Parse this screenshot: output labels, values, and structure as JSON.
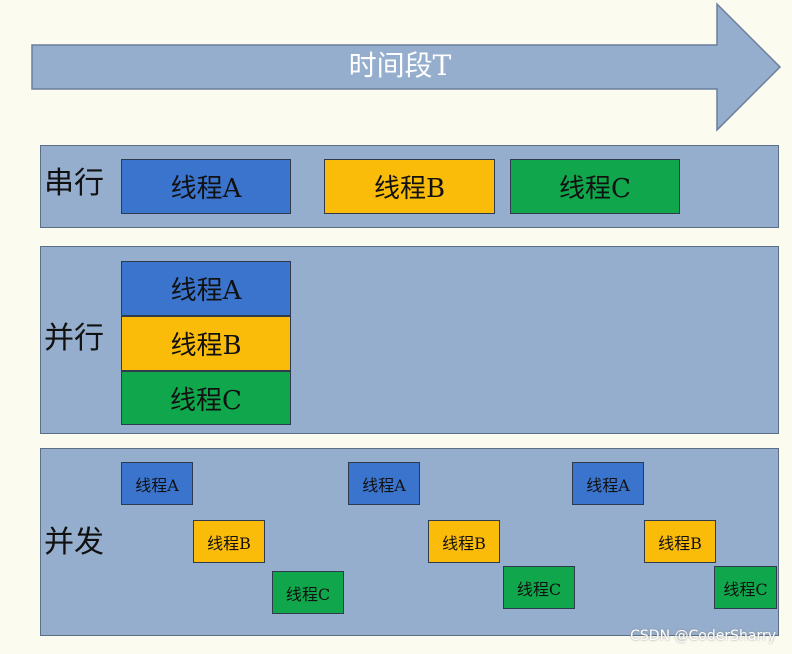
{
  "time_arrow": {
    "label": "时间段T",
    "fill_color": "#95aecd"
  },
  "serial": {
    "label": "串行",
    "threads": [
      "线程A",
      "线程B",
      "线程C"
    ]
  },
  "parallel": {
    "label": "并行",
    "threads": [
      "线程A",
      "线程B",
      "线程C"
    ]
  },
  "concurrent": {
    "label": "并发",
    "threads": [
      "线程A",
      "线程A",
      "线程A",
      "线程B",
      "线程B",
      "线程B",
      "线程C",
      "线程C",
      "线程C"
    ]
  },
  "colors": {
    "thread_a": "#3a74cd",
    "thread_b": "#fbbc09",
    "thread_c": "#10a64c",
    "panel": "#95aecd"
  },
  "watermark": "CSDN @CoderSharry"
}
